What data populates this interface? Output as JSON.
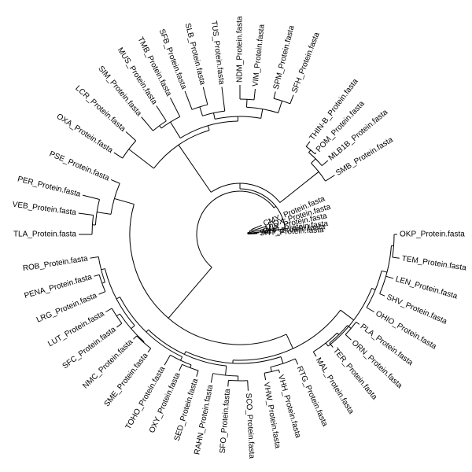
{
  "diagram": {
    "type": "circular-phylogenetic-tree",
    "line_color": "#000000",
    "background_color": "#ffffff",
    "leaves": [
      {
        "id": "okp",
        "label": "OKP_Protein.fasta"
      },
      {
        "id": "tem",
        "label": "TEM_Protein.fasta"
      },
      {
        "id": "len",
        "label": "LEN_Protein.fasta"
      },
      {
        "id": "shv",
        "label": "SHV_Protein.fasta"
      },
      {
        "id": "ohio",
        "label": "OHIO_Protein.fasta"
      },
      {
        "id": "pla",
        "label": "PLA_Protein.fasta"
      },
      {
        "id": "orn",
        "label": "ORN_Protein.fasta"
      },
      {
        "id": "ter",
        "label": "TER_Protein.fasta"
      },
      {
        "id": "mal",
        "label": "MAL_Protein.fasta"
      },
      {
        "id": "rtg",
        "label": "RTG_Protein.fasta"
      },
      {
        "id": "vhh",
        "label": "VHH_Protein.fasta"
      },
      {
        "id": "vhw",
        "label": "VHW_Protein.fasta"
      },
      {
        "id": "sco",
        "label": "SCO_Protein.fasta"
      },
      {
        "id": "sfo",
        "label": "SFO_Protein.fasta"
      },
      {
        "id": "rahn",
        "label": "RAHN_Protein.fasta"
      },
      {
        "id": "sed",
        "label": "SED_Protein.fasta"
      },
      {
        "id": "oxy",
        "label": "OXY_Protein.fasta"
      },
      {
        "id": "toho",
        "label": "TOHO_Protein.fasta"
      },
      {
        "id": "sme",
        "label": "SME_Protein.fasta"
      },
      {
        "id": "nmc",
        "label": "NMC_Protein.fasta"
      },
      {
        "id": "sfc",
        "label": "SFC_Protein.fasta"
      },
      {
        "id": "lut",
        "label": "LUT_Protein.fasta"
      },
      {
        "id": "lrg",
        "label": "LRG_Protein.fasta"
      },
      {
        "id": "pena",
        "label": "PENA_Protein.fasta"
      },
      {
        "id": "rob",
        "label": "ROB_Protein.fasta"
      },
      {
        "id": "tla",
        "label": "TLA_Protein.fasta"
      },
      {
        "id": "veb",
        "label": "VEB_Protein.fasta"
      },
      {
        "id": "per",
        "label": "PER_Protein.fasta"
      },
      {
        "id": "pse",
        "label": "PSE_Protein.fasta"
      },
      {
        "id": "oxa",
        "label": "OXA_Protein.fasta"
      },
      {
        "id": "lcr",
        "label": "LCR_Protein.fasta"
      },
      {
        "id": "sim",
        "label": "SIM_Protein.fasta"
      },
      {
        "id": "mus",
        "label": "MUS_Protein.fasta"
      },
      {
        "id": "tmb",
        "label": "TMB_Protein.fasta"
      },
      {
        "id": "sfb",
        "label": "SFB_Protein.fasta"
      },
      {
        "id": "slb",
        "label": "SLB_Protein.fasta"
      },
      {
        "id": "tus",
        "label": "TUS_Protein.fasta"
      },
      {
        "id": "ndm",
        "label": "NDM_Protein.fasta"
      },
      {
        "id": "vim",
        "label": "VIM_Protein.fasta"
      },
      {
        "id": "spm",
        "label": "SPM_Protein.fasta"
      },
      {
        "id": "sfh",
        "label": "SFH_Protein.fasta"
      },
      {
        "id": "thinb",
        "label": "THIN-B_Protein.fasta"
      },
      {
        "id": "pom",
        "label": "POM_Protein.fasta"
      },
      {
        "id": "mlb1b",
        "label": "MLB1B_Protein.fasta"
      },
      {
        "id": "smb",
        "label": "SMB_Protein.fasta"
      },
      {
        "id": "cmy",
        "label": "CMY_Protein.fasta"
      },
      {
        "id": "fox",
        "label": "FOX_Protein.fasta"
      },
      {
        "id": "mir",
        "label": "MIR_Protein.fasta"
      },
      {
        "id": "dha",
        "label": "DHA_Protein.fasta"
      },
      {
        "id": "act",
        "label": "ACT_Protein.fasta"
      },
      {
        "id": "sht",
        "label": "SHT_Protein.fasta"
      }
    ]
  }
}
